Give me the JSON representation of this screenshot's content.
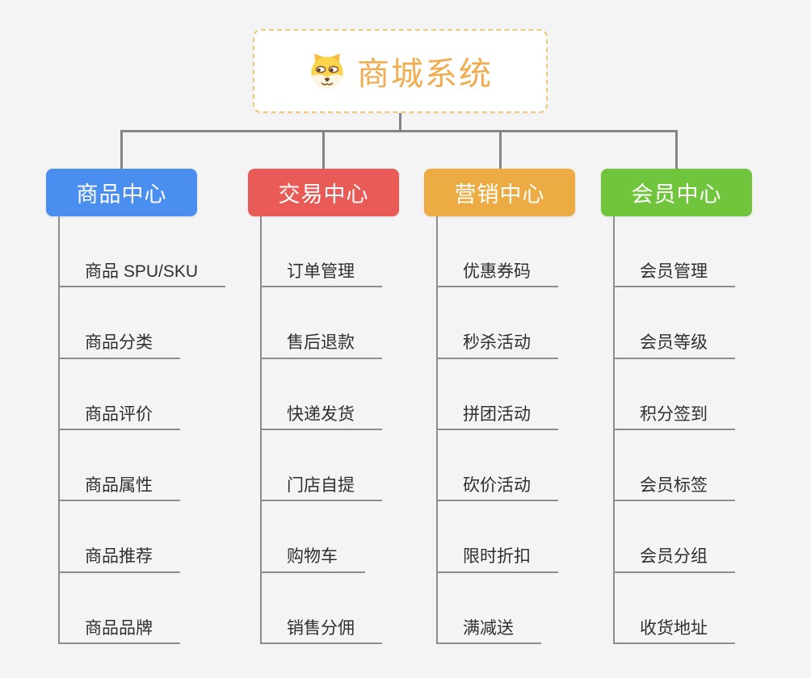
{
  "root": {
    "title": "商城系统",
    "icon": "dog-face-icon"
  },
  "branches": [
    {
      "label": "商品中心",
      "color": "#4a8ff0",
      "items": [
        "商品 SPU/SKU",
        "商品分类",
        "商品评价",
        "商品属性",
        "商品推荐",
        "商品品牌"
      ]
    },
    {
      "label": "交易中心",
      "color": "#e85b57",
      "items": [
        "订单管理",
        "售后退款",
        "快递发货",
        "门店自提",
        "购物车",
        "销售分佣"
      ]
    },
    {
      "label": "营销中心",
      "color": "#ecab43",
      "items": [
        "优惠券码",
        "秒杀活动",
        "拼团活动",
        "砍价活动",
        "限时折扣",
        "满减送"
      ]
    },
    {
      "label": "会员中心",
      "color": "#70c53c",
      "items": [
        "会员管理",
        "会员等级",
        "积分签到",
        "会员标签",
        "会员分组",
        "收货地址"
      ]
    }
  ],
  "colors": {
    "background": "#f4f4f4",
    "connector": "#858585",
    "underline": "#8d8d8d",
    "root_border": "#f3c879",
    "root_text": "#f0ac4e",
    "item_text": "#2f2f2f"
  }
}
